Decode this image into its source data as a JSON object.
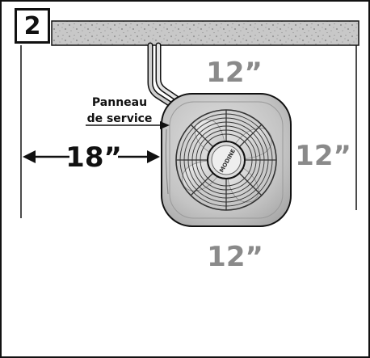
{
  "step_number": "2",
  "labels": {
    "service_panel_line1": "Panneau",
    "service_panel_line2": "de service",
    "clearance_top": "12”",
    "clearance_right": "12”",
    "clearance_bottom": "12”",
    "clearance_left": "18”",
    "heater_logo": "MODINE"
  },
  "colors": {
    "dimension_gray": "#8a8a8a",
    "black": "#111111",
    "ceiling_fill": "#c8c8c8",
    "housing": "#c9c9c9"
  }
}
